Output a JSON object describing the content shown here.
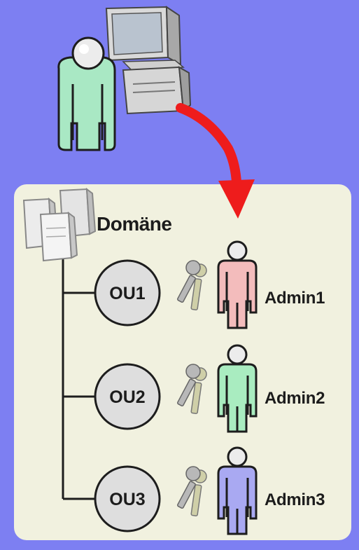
{
  "domain": {
    "label": "Domäne",
    "icon": "server-icon"
  },
  "client": {
    "icon": "user-at-computer-icon"
  },
  "delegation": {
    "icon": "red-arrow-icon",
    "arrow_color": "#ee1c1c"
  },
  "ous": [
    {
      "label": "OU1",
      "admin_label": "Admin1",
      "admin_color": "#f3bcbc",
      "key_icon": "keys-icon"
    },
    {
      "label": "OU2",
      "admin_label": "Admin2",
      "admin_color": "#a9ecc0",
      "key_icon": "keys-icon"
    },
    {
      "label": "OU3",
      "admin_label": "Admin3",
      "admin_color": "#a9a9f2",
      "key_icon": "keys-icon"
    }
  ],
  "colors": {
    "background": "#7d7ff2",
    "panel": "#f1f1df",
    "client_user": "#a9e8c4"
  }
}
